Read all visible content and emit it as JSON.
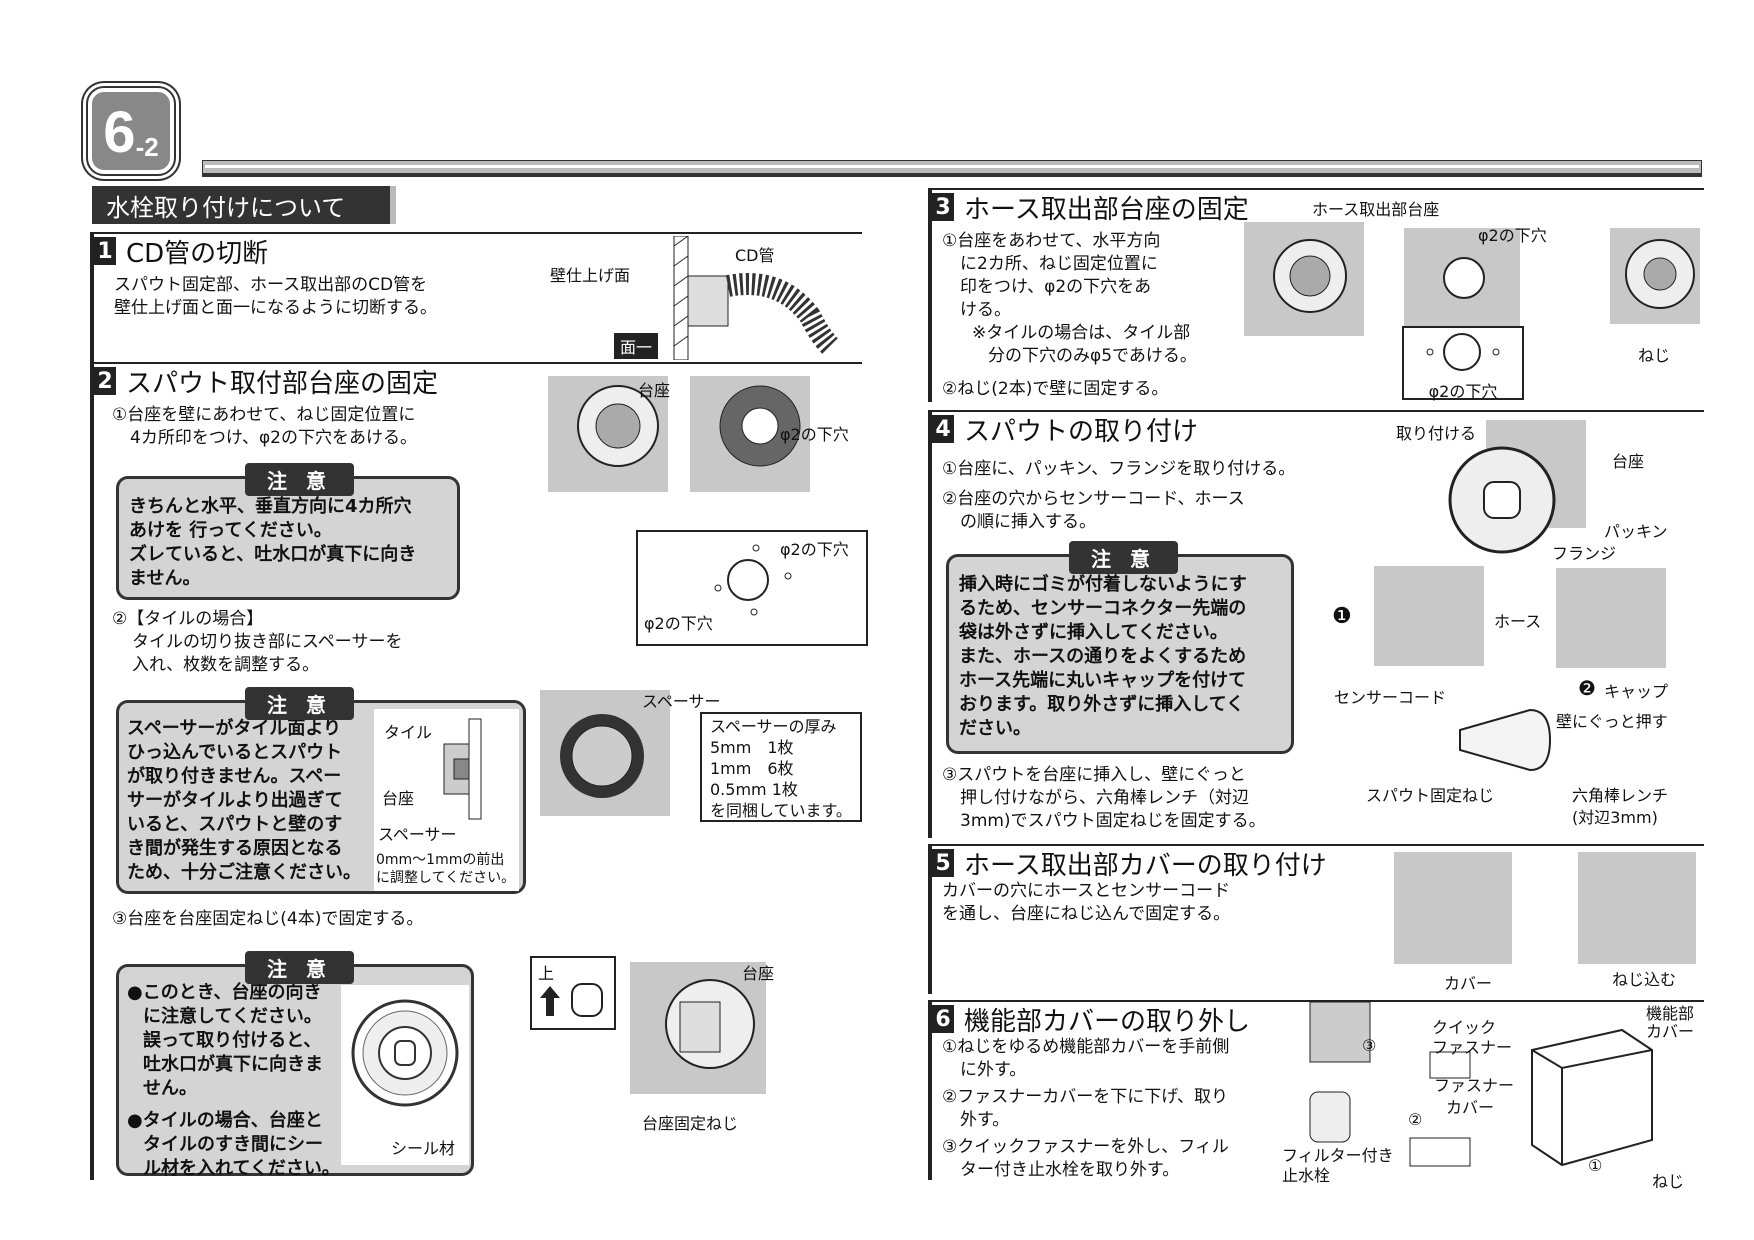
{
  "badge": {
    "major": "6",
    "minor": "-2"
  },
  "category": "水栓取り付けについて",
  "s1": {
    "num": "1",
    "title": "CD管の切断",
    "text": [
      "スパウト固定部、ホース取出部のCD管を",
      "壁仕上げ面と面一になるように切断する。"
    ],
    "labels": {
      "wall": "壁仕上げ面",
      "cd": "CD管",
      "flush": "面一"
    }
  },
  "s2": {
    "num": "2",
    "title": "スパウト取付部台座の固定",
    "step1": [
      "①台座を壁にあわせて、ねじ固定位置に",
      "4カ所印をつけ、φ2の下穴をあける。"
    ],
    "caution_label": "注 意",
    "caution1": [
      "きちんと水平、垂直方向に4カ所穴",
      "あけを 行ってください。",
      "ズレていると、吐水口が真下に向き",
      "ません。"
    ],
    "step2": [
      "②【タイルの場合】",
      "タイルの切り抜き部にスペーサーを",
      "入れ、枚数を調整する。"
    ],
    "caution2": [
      "スペーサーがタイル面より",
      "ひっ込んでいるとスパウト",
      "が取り付きません。スペー",
      "サーがタイルより出過ぎて",
      "いると、スパウトと壁のす",
      "き間が発生する原因となる",
      "ため、十分ご注意ください。"
    ],
    "tile_labels": {
      "tile": "タイル",
      "base": "台座",
      "spacer": "スペーサー",
      "range1": "0mm～1mmの前出",
      "range2": "に調整してください。"
    },
    "step3": "③台座を台座固定ねじ(4本)で固定する。",
    "caution3a": [
      "●このとき、台座の向き",
      "に注意してください。",
      "誤って取り付けると、",
      "吐水口が真下に向きま",
      "せん。"
    ],
    "caution3b": [
      "●タイルの場合、台座と",
      "タイルのすき間にシー",
      "ル材を入れてください。"
    ],
    "labels": {
      "base": "台座",
      "hole": "φ2の下穴",
      "spacer": "スペーサー",
      "seal": "シール材",
      "up": "上",
      "screw": "台座固定ねじ"
    },
    "spacer_box": [
      "スペーサーの厚み",
      "5mm　1枚",
      "1mm　6枚",
      "0.5mm 1枚",
      "を同梱しています。"
    ]
  },
  "s3": {
    "num": "3",
    "title": "ホース取出部台座の固定",
    "step1": [
      "①台座をあわせて、水平方向",
      "に2カ所、ねじ固定位置に",
      "印をつけ、φ2の下穴をあ",
      "ける。",
      "※タイルの場合は、タイル部",
      "分の下穴のみφ5であける。"
    ],
    "step2": "②ねじ(2本)で壁に固定する。",
    "labels": {
      "base": "ホース取出部台座",
      "hole": "φ2の下穴",
      "screw": "ねじ"
    }
  },
  "s4": {
    "num": "4",
    "title": "スパウトの取り付け",
    "step1": "①台座に、パッキン、フランジを取り付ける。",
    "step2": [
      "②台座の穴からセンサーコード、ホース",
      "の順に挿入する。"
    ],
    "caution": [
      "挿入時にゴミが付着しないようにす",
      "るため、センサーコネクター先端の",
      "袋は外さずに挿入してください。",
      "また、ホースの通りをよくするため",
      "ホース先端に丸いキャップを付けて",
      "おります。取り外さずに挿入してく",
      "ださい。"
    ],
    "step3": [
      "③スパウトを台座に挿入し、壁にぐっと",
      "押し付けながら、六角棒レンチ（対辺",
      "3mm)でスパウト固定ねじを固定する。"
    ],
    "labels": {
      "attach": "取り付ける",
      "base": "台座",
      "packing": "パッキン",
      "flange": "フランジ",
      "sensor": "センサーコード",
      "hose": "ホース",
      "cap": "キャップ",
      "push": "壁にぐっと押す",
      "screw": "スパウト固定ねじ",
      "wrench1": "六角棒レンチ",
      "wrench2": "(対辺3mm)",
      "n1": "❶",
      "n2": "❷"
    }
  },
  "s5": {
    "num": "5",
    "title": "ホース取出部カバーの取り付け",
    "text": [
      "カバーの穴にホースとセンサーコード",
      "を通し、台座にねじ込んで固定する。"
    ],
    "labels": {
      "cover": "カバー",
      "screw_in": "ねじ込む"
    }
  },
  "s6": {
    "num": "6",
    "title": "機能部カバーの取り外し",
    "steps": [
      [
        "①ねじをゆるめ機能部カバーを手前側",
        "に外す。"
      ],
      [
        "②ファスナーカバーを下に下げ、取り",
        "外す。"
      ],
      [
        "③クイックファスナーを外し、フィル",
        "ター付き止水栓を取り外す。"
      ]
    ],
    "labels": {
      "quick1": "クイック",
      "quick2": "ファスナー",
      "fcover1": "ファスナー",
      "fcover2": "カバー",
      "filter1": "フィルター付き",
      "filter2": "止水栓",
      "func1": "機能部",
      "func2": "カバー",
      "screw": "ねじ",
      "c1": "①",
      "c2": "②",
      "c3": "③"
    }
  }
}
